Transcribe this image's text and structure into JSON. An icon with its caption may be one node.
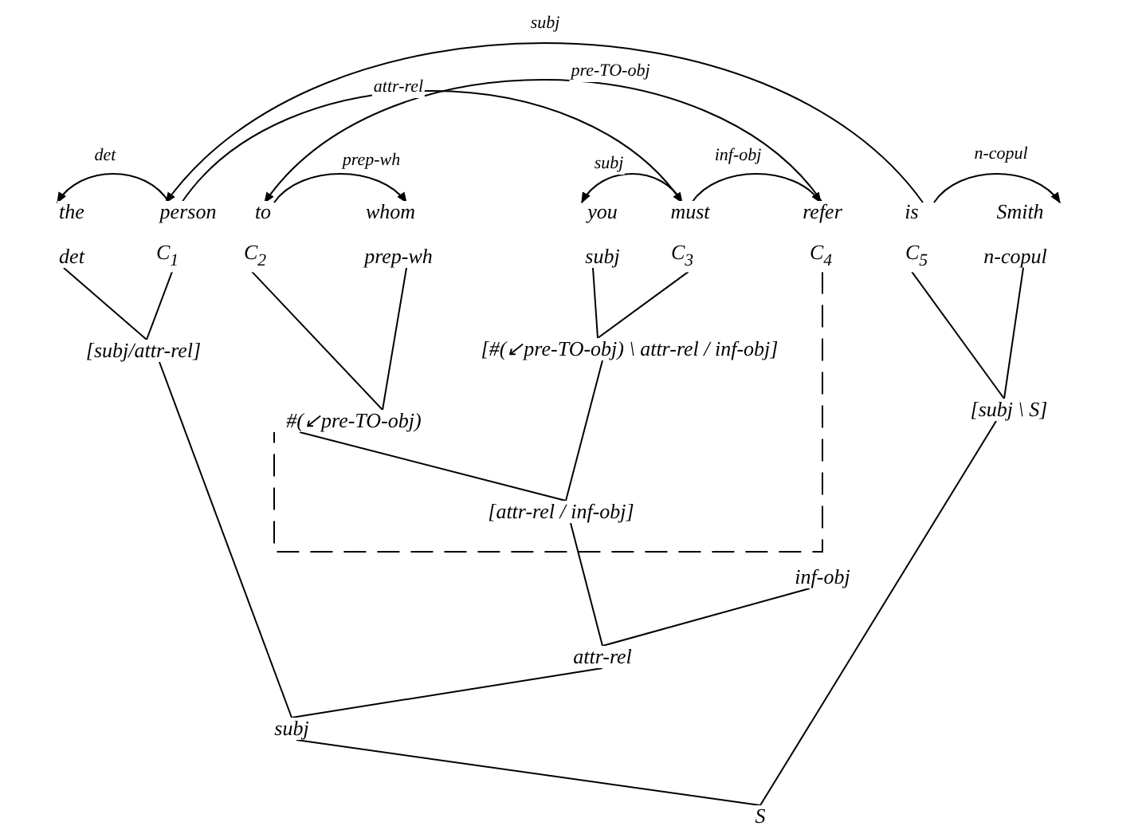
{
  "diagram": {
    "nodes": [
      {
        "text": [
          "the"
        ]
      },
      {
        "text": [
          "person"
        ]
      },
      {
        "text": [
          "to"
        ]
      },
      {
        "text": [
          "whom"
        ]
      },
      {
        "text": [
          "you"
        ]
      },
      {
        "text": [
          "must"
        ]
      },
      {
        "text": [
          "refer"
        ]
      },
      {
        "text": [
          "is"
        ]
      },
      {
        "text": [
          "Smith"
        ]
      },
      {
        "text": [
          "det"
        ]
      },
      {
        "text": [
          "C$_{1}$"
        ]
      },
      {
        "text": [
          "C$_{2}$"
        ]
      },
      {
        "text": [
          "prep-wh"
        ]
      },
      {
        "text": [
          "subj"
        ]
      },
      {
        "text": [
          "C$_{3}$"
        ]
      },
      {
        "text": [
          "C$_{4}$"
        ]
      },
      {
        "text": [
          "C$_{5}$"
        ]
      },
      {
        "text": [
          "n-copul"
        ]
      },
      {
        "text": [
          "[subj/attr-rel]"
        ]
      },
      {
        "text": [
          "#(↙pre-TO-obj)"
        ]
      },
      {
        "text": [
          "[#(↙pre-TO-obj) \\ attr-rel / inf-obj]"
        ]
      },
      {
        "text": [
          "[subj \\ S]"
        ]
      },
      {
        "text": [
          "[attr-rel / inf-obj]"
        ]
      },
      {
        "text": [
          "inf-obj"
        ]
      },
      {
        "text": [
          "attr-rel"
        ]
      },
      {
        "text": [
          "subj"
        ]
      },
      {
        "text": [
          "S"
        ]
      }
    ],
    "edges": [
      {
        "from": 1,
        "to": 0,
        "arrow": "to",
        "label": "det"
      },
      {
        "from": 2,
        "to": 3,
        "arrow": "to",
        "label": "prep-wh"
      },
      {
        "from": 5,
        "to": 4,
        "arrow": "to",
        "label": "subj"
      },
      {
        "from": 5,
        "to": 6,
        "arrow": "to",
        "label": "inf-obj"
      },
      {
        "from": 7,
        "to": 8,
        "arrow": "to",
        "label": "n-copul"
      },
      {
        "from": 1,
        "to": 5,
        "arrow": "to",
        "label": "attr-rel"
      },
      {
        "from": 6,
        "to": 2,
        "arrow": "to",
        "label": "pre-TO-obj"
      },
      {
        "from": 7,
        "to": 1,
        "arrow": "to",
        "label": "subj"
      },
      {
        "from": 9,
        "to": 18,
        "arrow": "none"
      },
      {
        "from": 10,
        "to": 18,
        "arrow": "none"
      },
      {
        "from": 11,
        "to": 19,
        "arrow": "none"
      },
      {
        "from": 12,
        "to": 19,
        "arrow": "none"
      },
      {
        "from": 13,
        "to": 20,
        "arrow": "none"
      },
      {
        "from": 14,
        "to": 20,
        "arrow": "none"
      },
      {
        "from": 16,
        "to": 21,
        "arrow": "none"
      },
      {
        "from": 17,
        "to": 21,
        "arrow": "none"
      },
      {
        "from": 15,
        "to": 19,
        "arrow": "none",
        "style": "dashed"
      },
      {
        "from": 19,
        "to": 22,
        "arrow": "none"
      },
      {
        "from": 20,
        "to": 22,
        "arrow": "none"
      },
      {
        "from": 22,
        "to": 24,
        "arrow": "none"
      },
      {
        "from": 23,
        "to": 24,
        "arrow": "none"
      },
      {
        "from": 18,
        "to": 25,
        "arrow": "none"
      },
      {
        "from": 24,
        "to": 25,
        "arrow": "none"
      },
      {
        "from": 25,
        "to": 26,
        "arrow": "none"
      },
      {
        "from": 21,
        "to": 26,
        "arrow": "none"
      }
    ]
  }
}
